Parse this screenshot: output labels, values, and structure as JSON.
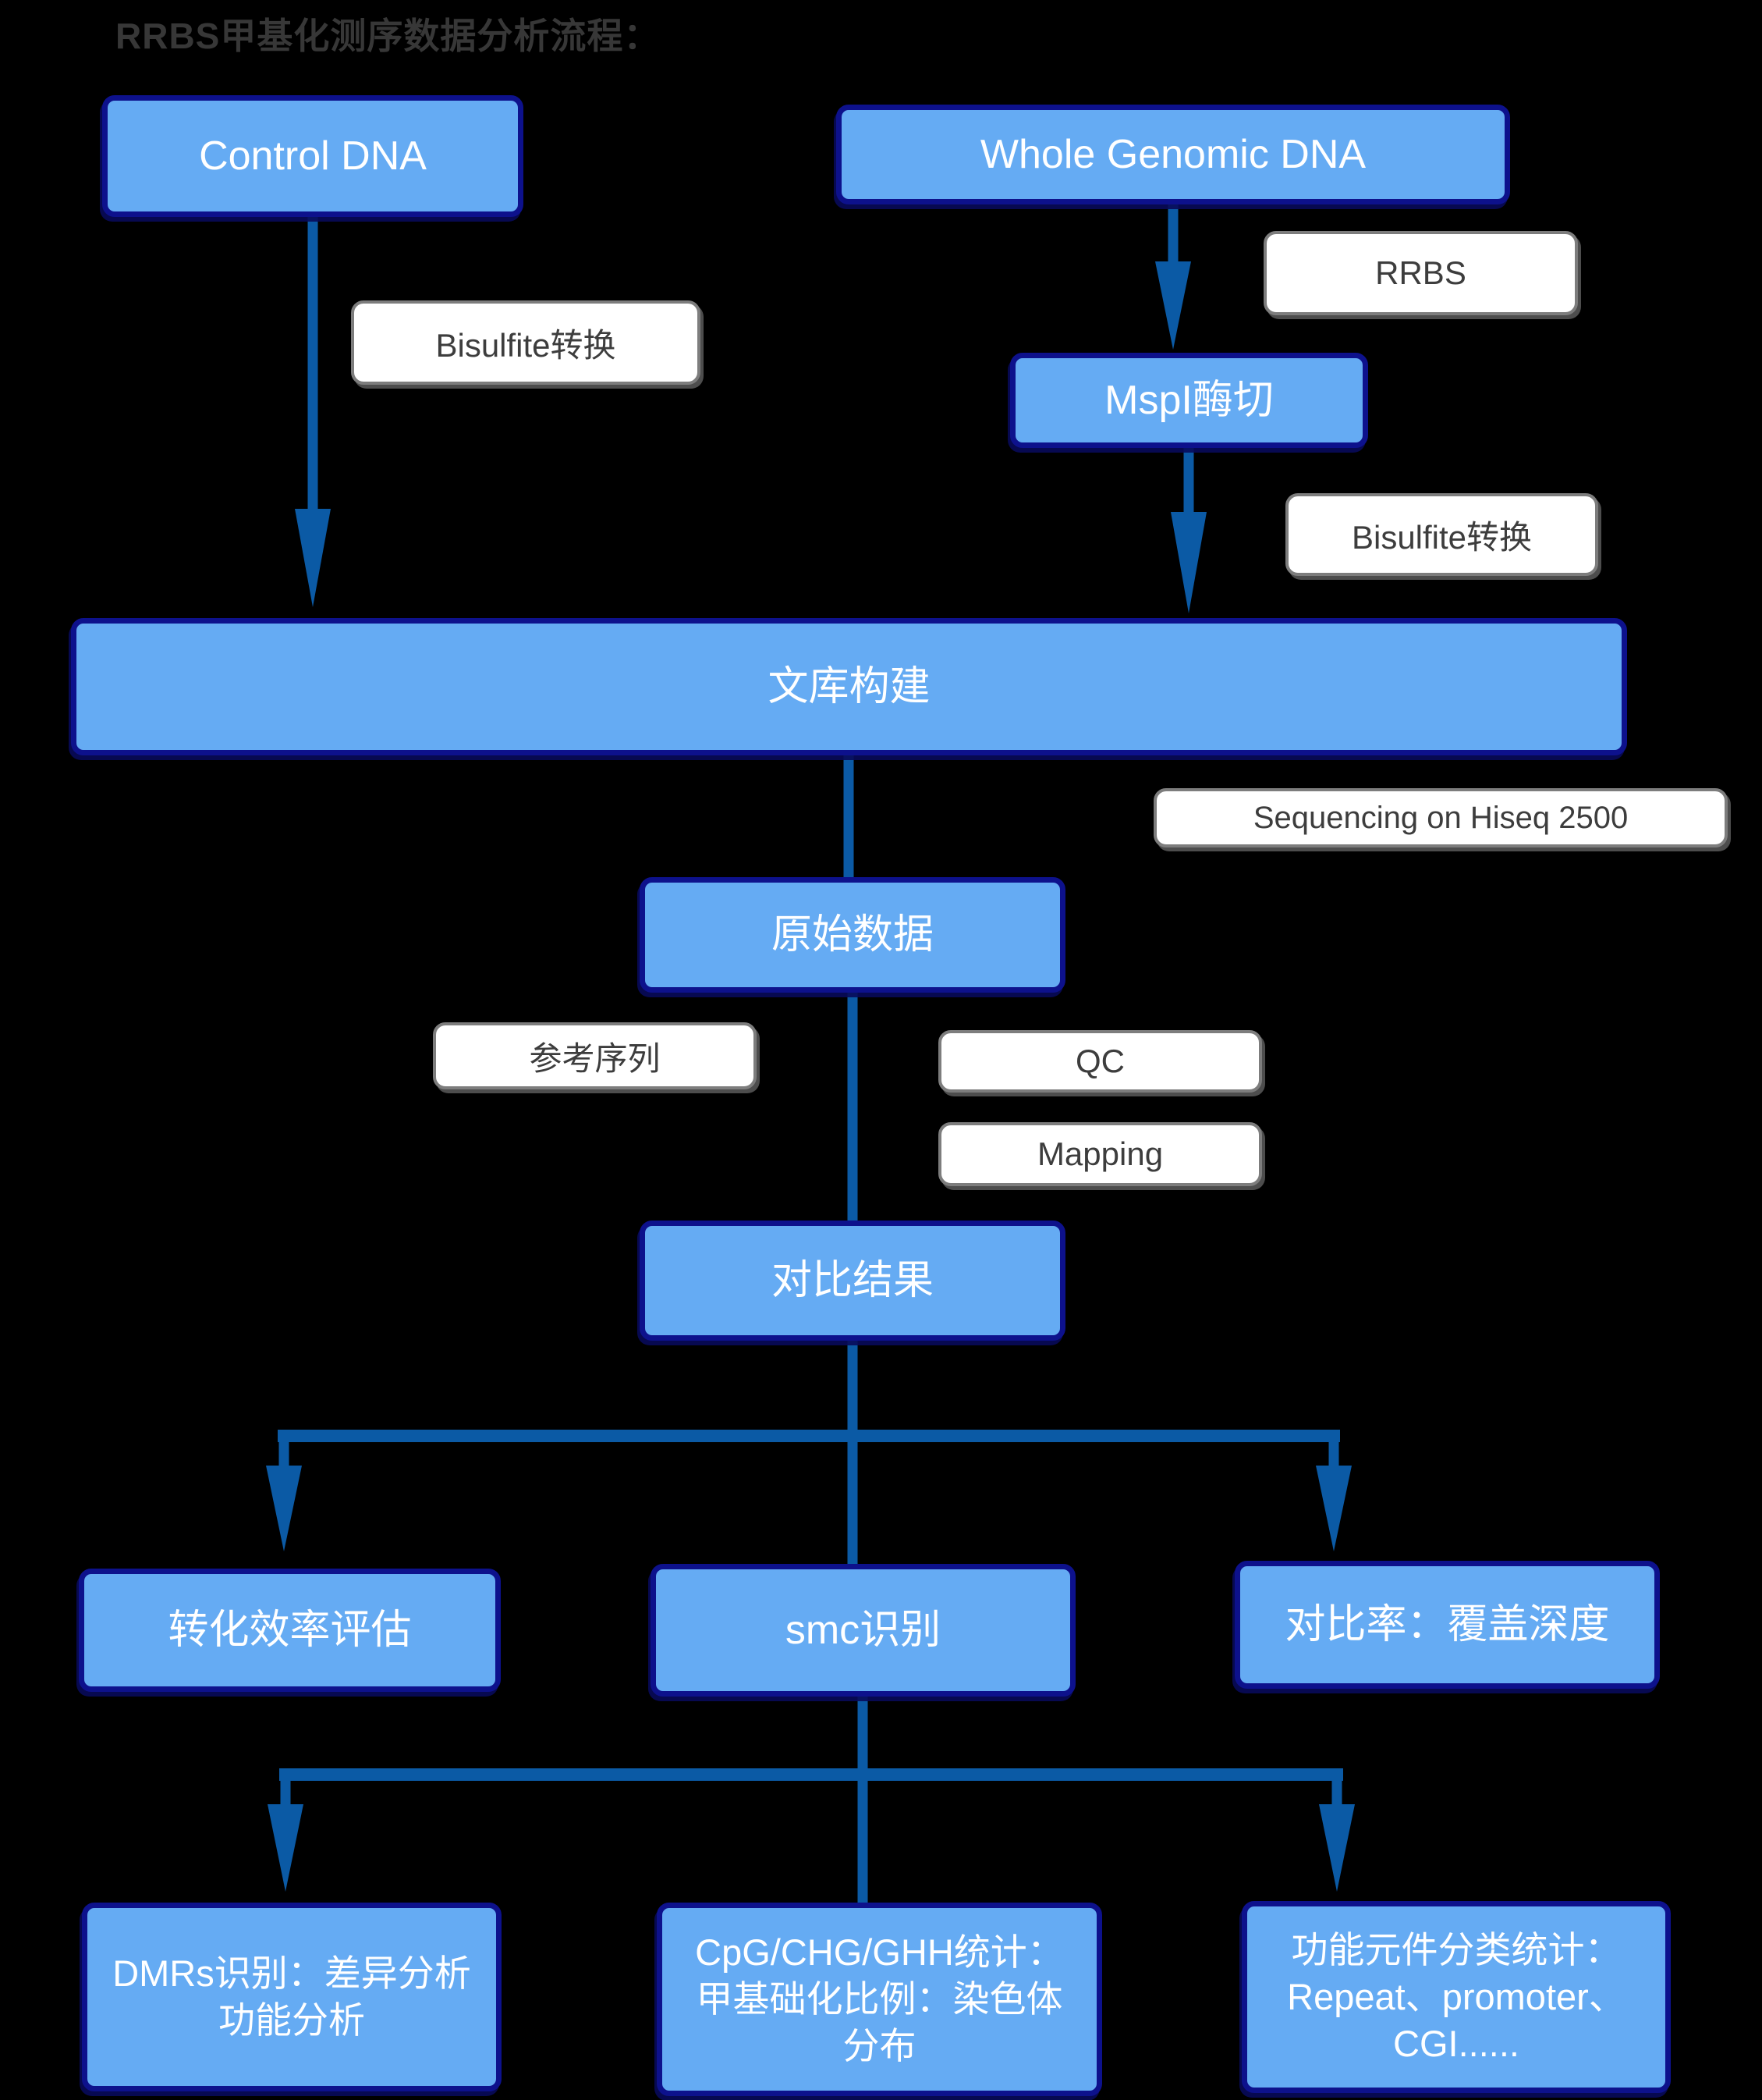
{
  "title": "RRBS甲基化测序数据分析流程：",
  "colors": {
    "background": "#000000",
    "node_fill": "#65abf3",
    "node_border": "#0d118c",
    "node_text": "#ffffff",
    "label_fill": "#ffffff",
    "label_border": "#7d7d7d",
    "label_text": "#3d3d3d",
    "arrow": "#0b5aa5",
    "title_text": "#373737"
  },
  "nodes": {
    "control_dna": "Control DNA",
    "whole_genomic_dna": "Whole Genomic DNA",
    "mspi_digest": "MspI酶切",
    "library_construction": "文库构建",
    "raw_data": "原始数据",
    "align_result": "对比结果",
    "conversion_efficiency": "转化效率评估",
    "smc_identification": "smc识别",
    "align_ratio_depth": "对比率：覆盖深度",
    "dmrs": "DMRs识别：差异分析\n功能分析",
    "cpg_stats": "CpG/CHG/GHH统计：\n甲基础化比例：染色体\n分布",
    "functional_elements": "功能元件分类统计：\nRepeat、promoter、\nCGI......"
  },
  "labels": {
    "rrbs": "RRBS",
    "bisulfite_left": "Bisulfite转换",
    "bisulfite_right": "Bisulfite转换",
    "sequencing": "Sequencing on Hiseq 2500",
    "reference": "参考序列",
    "qc": "QC",
    "mapping": "Mapping"
  }
}
